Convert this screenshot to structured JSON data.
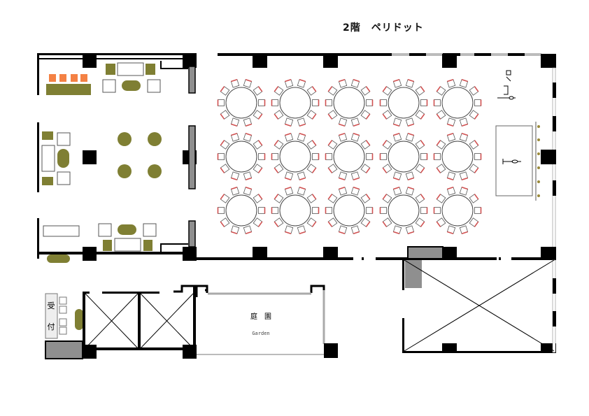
{
  "title": "2階　ペリドット",
  "reception": {
    "char1": "受",
    "char2": "付"
  },
  "garden": {
    "label_jp": "庭　園",
    "label_en": "Garden"
  },
  "hall": {
    "table_rows": 3,
    "table_cols": 5,
    "chairs_per_table": 10
  },
  "colors": {
    "wall": "#000000",
    "olive": "#7f7f33",
    "orange": "#f48144",
    "gray": "#8f8f8f",
    "chair_accent": "#d05050"
  }
}
